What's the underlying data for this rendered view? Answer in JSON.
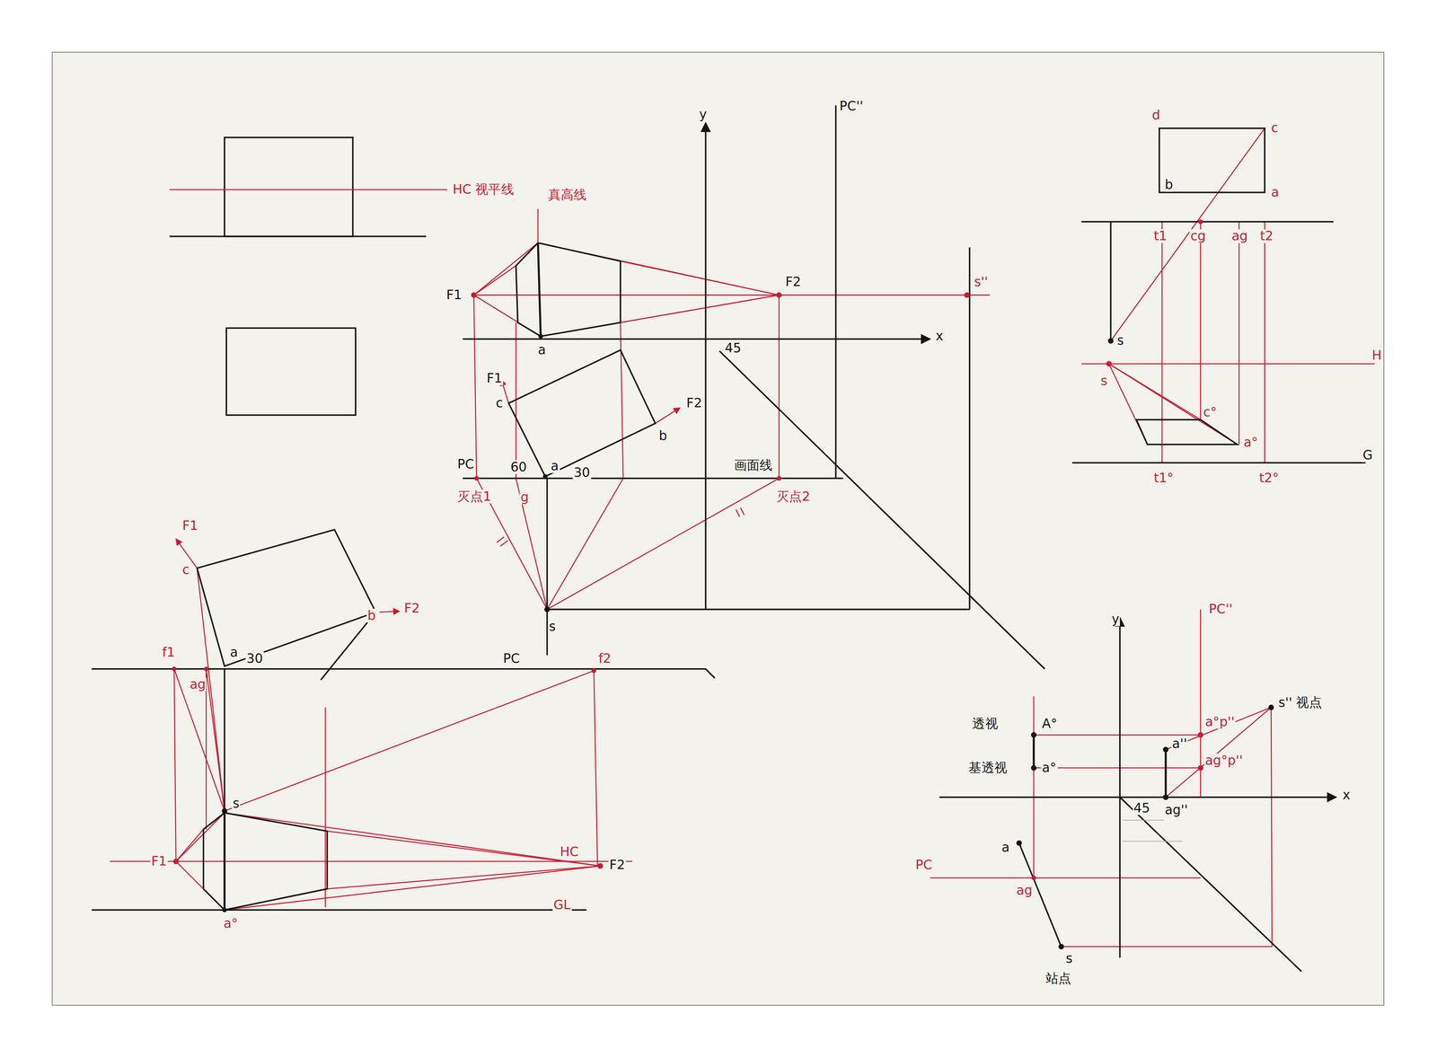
{
  "diagram": {
    "labels": [
      "HC 视平线",
      "真高线",
      "y",
      "PC''",
      "F1",
      "F2",
      "s''",
      "x",
      "45",
      "a",
      "F1",
      "c",
      "F2",
      "b",
      "PC",
      "60",
      "a",
      "30",
      "画面线",
      "灭点1",
      "g",
      "灭点2",
      "s",
      "F1",
      "c",
      "b",
      "F2",
      "f1",
      "a",
      "ag",
      "30",
      "PC",
      "f2",
      "s",
      "F1",
      "HC",
      "F2",
      "GL",
      "a°",
      "d",
      "c",
      "b",
      "a",
      "t1",
      "cg",
      "ag",
      "t2",
      "s",
      "H",
      "s",
      "c°",
      "a°",
      "G",
      "t1°",
      "t2°",
      "y",
      "PC''",
      "s'' 视点",
      "透视",
      "A°",
      "a''",
      "a°p''",
      "基透视",
      "a°",
      "ag°p''",
      "45",
      "ag''",
      "x",
      "a",
      "PC",
      "ag",
      "s",
      "站点"
    ]
  }
}
